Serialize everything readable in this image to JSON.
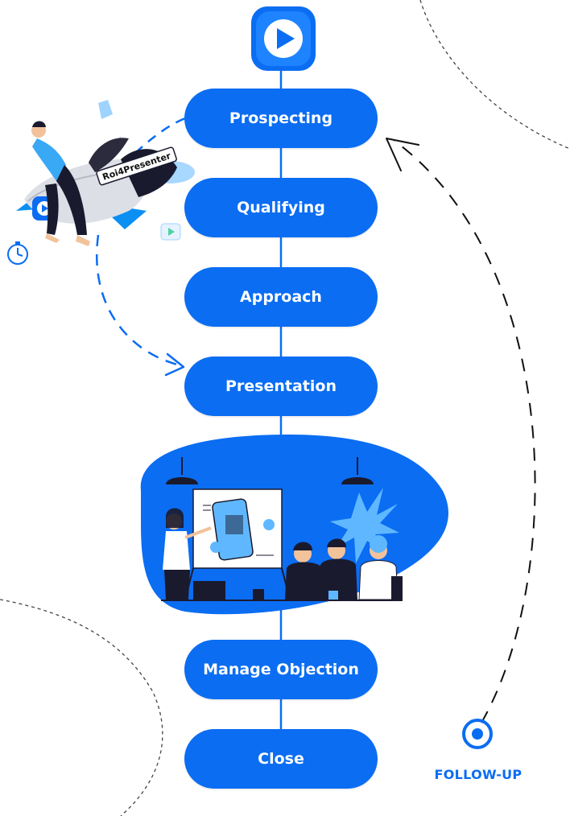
{
  "flow": {
    "stages": [
      "Prospecting",
      "Qualifying",
      "Approach",
      "Presentation",
      "Manage Objection",
      "Close"
    ],
    "followup_label": "FOLLOW-UP"
  },
  "rocket_label": "Roi4Presenter",
  "icons": {
    "top_logo": "play-logo-icon",
    "rocket_logo": "play-logo-icon",
    "stopwatch": "stopwatch-icon",
    "document": "document-icon",
    "small_play": "play-icon",
    "followup_target": "target-icon"
  },
  "colors": {
    "primary_blue": "#0b6df2",
    "light_blue": "#5fb8ff",
    "dark": "#1a1a2e",
    "white": "#ffffff"
  }
}
